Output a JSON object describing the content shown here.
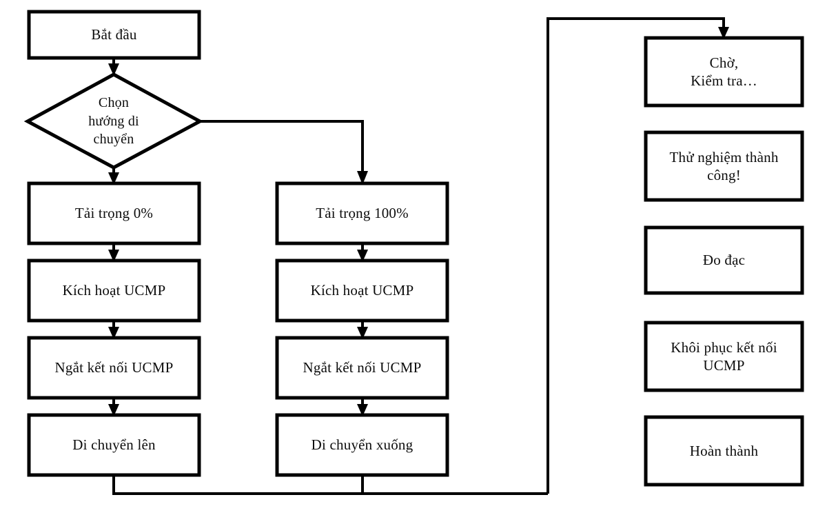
{
  "diagram": {
    "title": "Luu do thu nghiem UCMP",
    "type": "flowchart",
    "background_color": "#ffffff",
    "stroke_color": "#000000",
    "text_color": "#0d0d0d",
    "nodes": {
      "start": {
        "label": "Bắt đầu",
        "shape": "rectangle"
      },
      "decision": {
        "label": "Chọn\nhướng di\nchuyển",
        "shape": "diamond"
      },
      "left_load": {
        "label": "Tải trọng 0%",
        "shape": "rectangle"
      },
      "left_activate": {
        "label": "Kích hoạt UCMP",
        "shape": "rectangle"
      },
      "left_disconnect": {
        "label": "Ngắt kết nối UCMP",
        "shape": "rectangle"
      },
      "left_move": {
        "label": "Di chuyển lên",
        "shape": "rectangle"
      },
      "mid_load": {
        "label": "Tải trọng 100%",
        "shape": "rectangle"
      },
      "mid_activate": {
        "label": "Kích hoạt UCMP",
        "shape": "rectangle"
      },
      "mid_disconnect": {
        "label": "Ngắt kết nối UCMP",
        "shape": "rectangle"
      },
      "mid_move": {
        "label": "Di chuyển xuống",
        "shape": "rectangle"
      },
      "wait_check": {
        "label": "Chờ,\nKiểm tra…",
        "shape": "rectangle"
      },
      "test_success": {
        "label": "Thử nghiệm thành\ncông!",
        "shape": "rectangle"
      },
      "measure": {
        "label": "Đo đạc",
        "shape": "rectangle"
      },
      "restore": {
        "label": "Khôi phục kết nối\nUCMP",
        "shape": "rectangle"
      },
      "finish": {
        "label": "Hoàn thành",
        "shape": "rectangle"
      }
    }
  }
}
